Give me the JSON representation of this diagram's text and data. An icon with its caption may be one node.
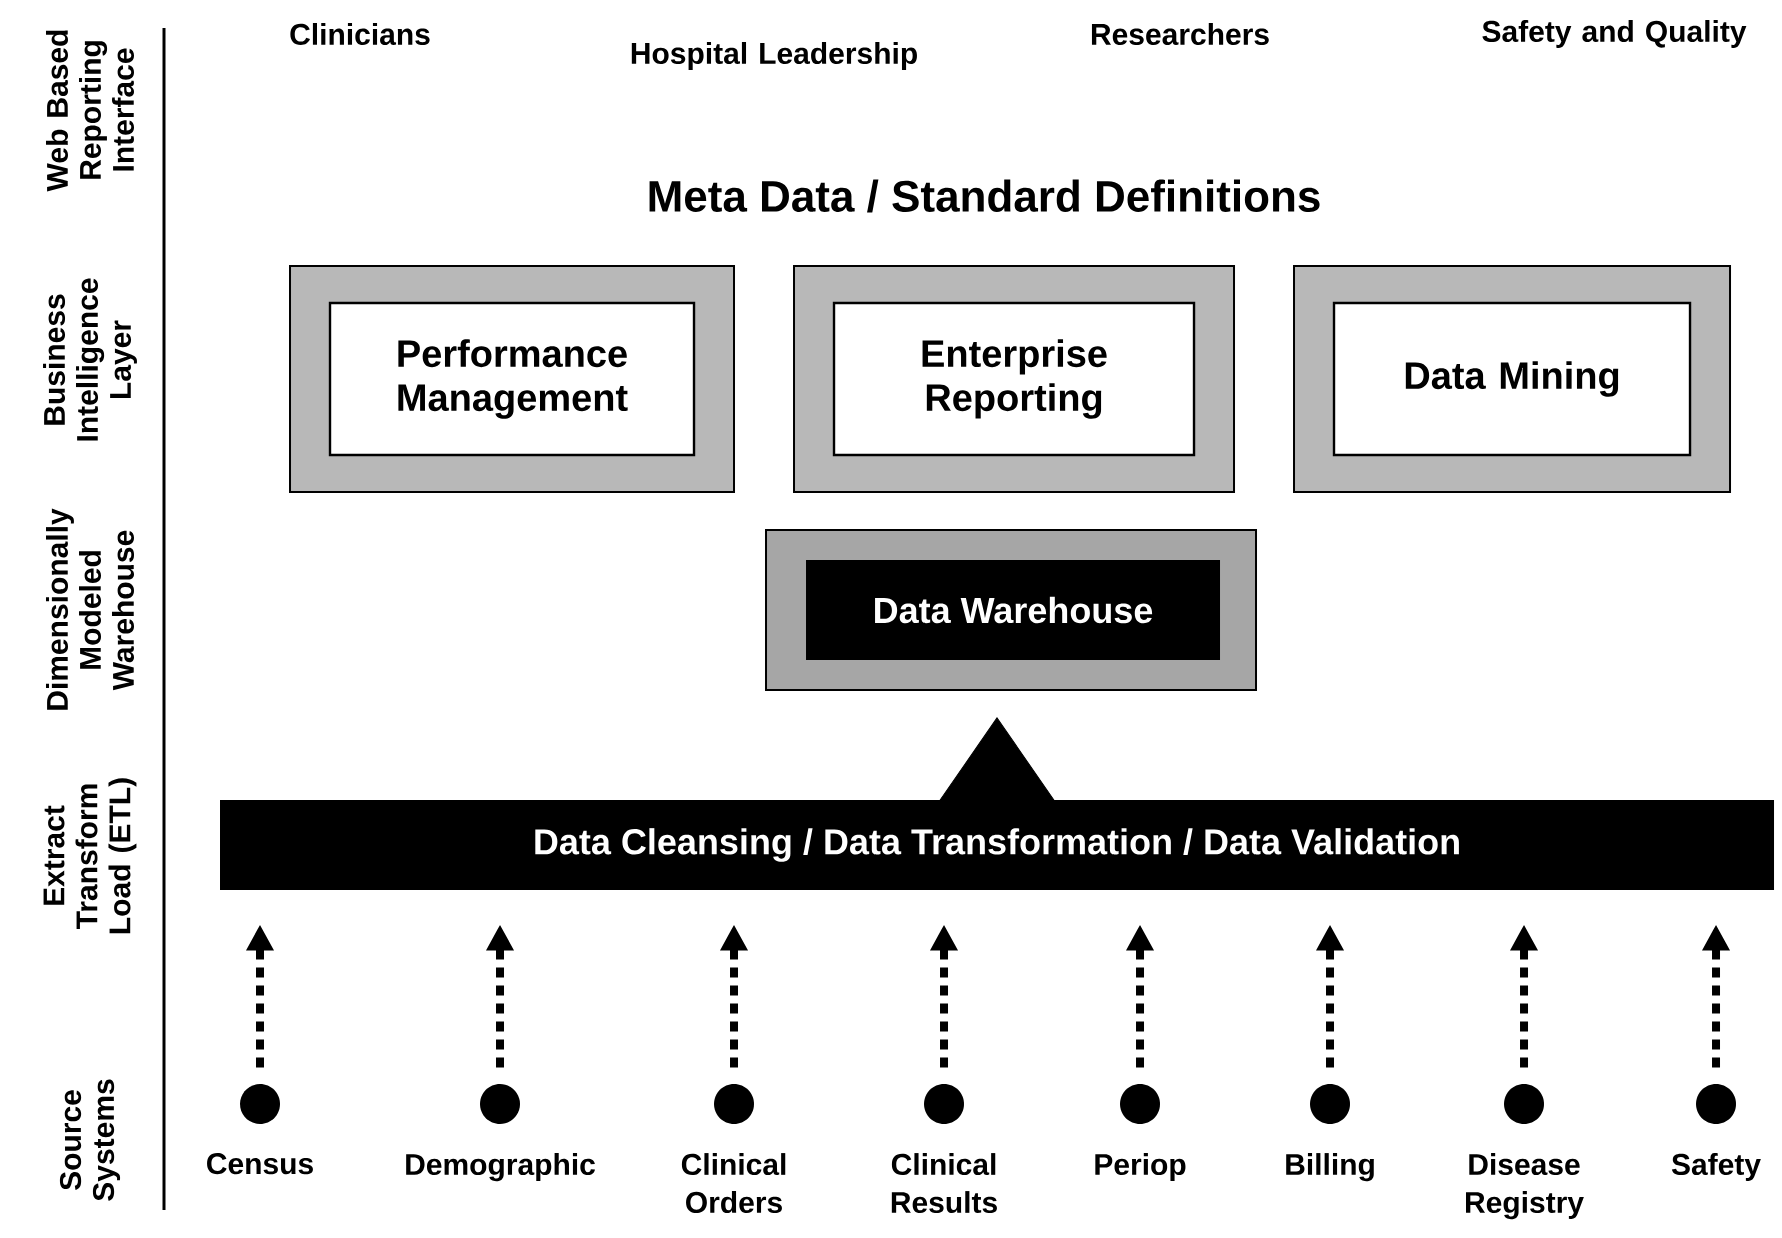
{
  "diagram": {
    "nodes": [
      {
        "text": [
          "Performance Management"
        ]
      },
      {
        "text": [
          "Enterprise Reporting"
        ]
      },
      {
        "text": [
          "Data Mining"
        ]
      },
      {
        "text": [
          "Data Warehouse"
        ]
      },
      {
        "text": [
          "Data Cleansing / Data Transformation / Data Validation"
        ]
      },
      {
        "text": [],
        "shape": "circle",
        "beside": [
          "Census"
        ]
      },
      {
        "text": [],
        "shape": "circle",
        "beside": [
          "Demographic"
        ]
      },
      {
        "text": [],
        "shape": "circle",
        "beside": [
          "Clinical Orders"
        ]
      },
      {
        "text": [],
        "shape": "circle",
        "beside": [
          "Clinical Results"
        ]
      },
      {
        "text": [],
        "shape": "circle",
        "beside": [
          "Periop"
        ]
      },
      {
        "text": [],
        "shape": "circle",
        "beside": [
          "Billing"
        ]
      },
      {
        "text": [],
        "shape": "circle",
        "beside": [
          "Disease Registry"
        ]
      },
      {
        "text": [],
        "shape": "circle",
        "beside": [
          "Safety"
        ]
      }
    ],
    "edges": [
      {
        "from": 5,
        "to": 4,
        "arrow": "to",
        "style": "dashed"
      },
      {
        "from": 6,
        "to": 4,
        "arrow": "to",
        "style": "dashed"
      },
      {
        "from": 7,
        "to": 4,
        "arrow": "to",
        "style": "dashed"
      },
      {
        "from": 8,
        "to": 4,
        "arrow": "to",
        "style": "dashed"
      },
      {
        "from": 9,
        "to": 4,
        "arrow": "to",
        "style": "dashed"
      },
      {
        "from": 10,
        "to": 4,
        "arrow": "to",
        "style": "dashed"
      },
      {
        "from": 11,
        "to": 4,
        "arrow": "to",
        "style": "dashed"
      },
      {
        "from": 12,
        "to": 4,
        "arrow": "to",
        "style": "dashed"
      },
      {
        "from": 4,
        "to": 3,
        "arrow": "to"
      }
    ],
    "labels": [
      "Web Based Reporting Interface",
      "Business Intelligence Layer",
      "Dimensionally Modeled Warehouse",
      "Extract Transform Load (ETL)",
      "Source Systems",
      "Clinicians",
      "Hospital Leadership",
      "Researchers",
      "Safety and Quality",
      "Meta Data / Standard Definitions"
    ]
  }
}
